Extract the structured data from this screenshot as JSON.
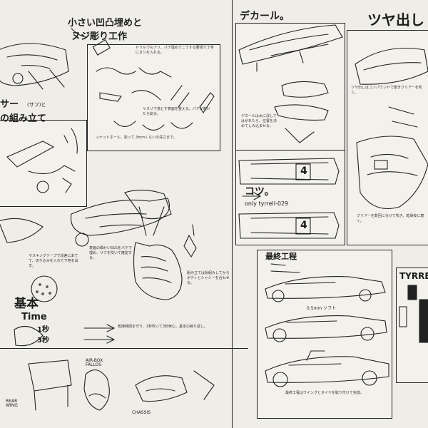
{
  "headings": {
    "filling": "小さい凹凸埋めと",
    "scribing": "ヌジ彫り工作",
    "decal": "デカール。",
    "gloss": "ツヤ出し",
    "surfacer": "サー",
    "surfacer_note": "(サフ)と",
    "assembly": "の組み立て",
    "basic_time": "基本",
    "time_word": "Time",
    "coat": "コツ。",
    "only_model": "only tyrrell-029",
    "final": "最終工程",
    "brand": "TYRRE"
  },
  "labels": {
    "rear_wing": "REAR WING",
    "air_box": "AIR-BOX FALLOS",
    "chassis": "CHASSIS",
    "step1": "1秒",
    "step2": "3秒",
    "num4": "4",
    "size_note": "0.5mm ソフト"
  },
  "notes": {
    "n1": "ドリルでもアリ、パテ埋めでこうする要領で丁寧にヌジを入れる。",
    "n2": "ヤスリで落とす表面を整える。パテが乾いたら削る。",
    "n3": "◇ナットホール、彫って.3mmくらいの深さまで。",
    "n4": "マスキングテープで段差にあてて、切り込みを入れて下地を出す。",
    "n5": "デカールは水に浸してはがれたら、位置を決めてしみ込ませる。",
    "n6": "ツヤ出しはコンパウンドで磨きクリアーを吹く。",
    "n7": "表面の細かい凹凸をパテで埋め、サフを吹いて確認する。",
    "n8": "組み立ては仮組みしてからボディとシャシーを合わせる。",
    "n9": "乾燥時間を守り、1秒吹いて3秒休む。基本の繰り返し。",
    "n10": "最終工程はウイングとタイヤを取り付けて完成。",
    "n11": "クリアーを数回に分けて吹き、乾燥後に磨く。"
  }
}
